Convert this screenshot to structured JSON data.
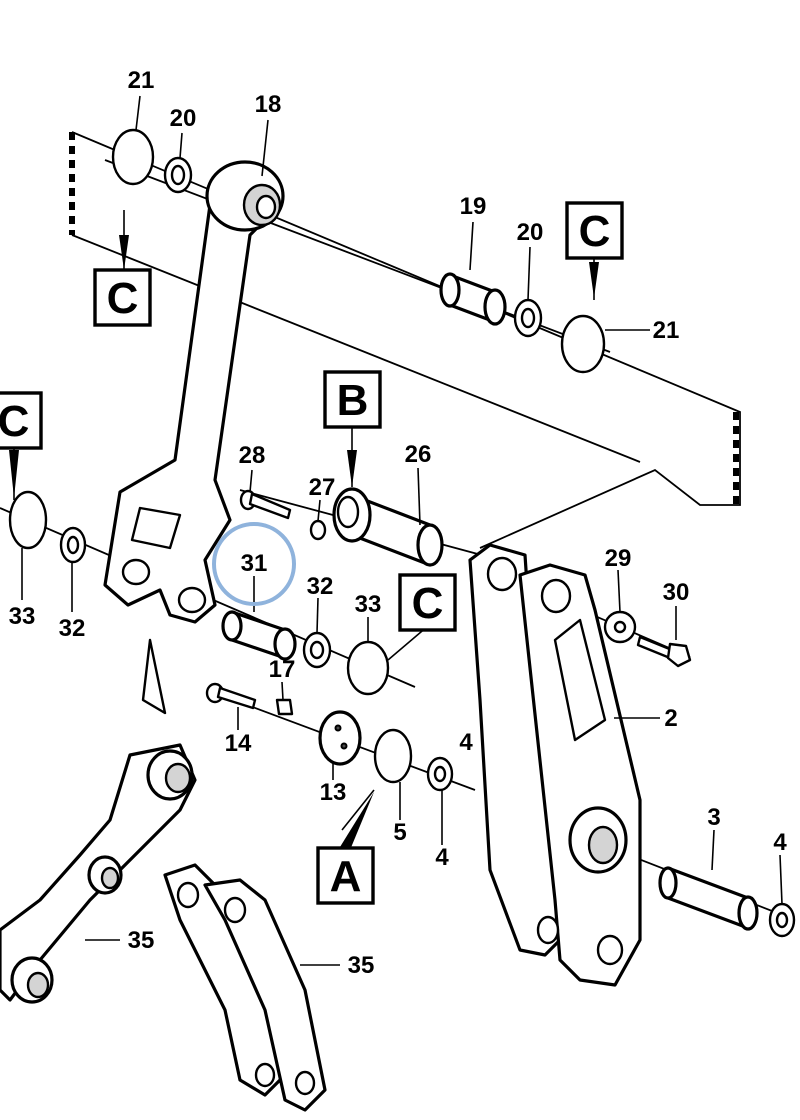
{
  "highlight": {
    "label": "31",
    "color": "#8fb3dc"
  },
  "callouts": [
    {
      "id": "c21a",
      "text": "21"
    },
    {
      "id": "c20a",
      "text": "20"
    },
    {
      "id": "c18",
      "text": "18"
    },
    {
      "id": "c19",
      "text": "19"
    },
    {
      "id": "c20b",
      "text": "20"
    },
    {
      "id": "c21b",
      "text": "21"
    },
    {
      "id": "c28",
      "text": "28"
    },
    {
      "id": "c27",
      "text": "27"
    },
    {
      "id": "c26",
      "text": "26"
    },
    {
      "id": "c31",
      "text": "31"
    },
    {
      "id": "c32a",
      "text": "32"
    },
    {
      "id": "c33a",
      "text": "33"
    },
    {
      "id": "c33b",
      "text": "33"
    },
    {
      "id": "c32b",
      "text": "32"
    },
    {
      "id": "c29",
      "text": "29"
    },
    {
      "id": "c30",
      "text": "30"
    },
    {
      "id": "c17",
      "text": "17"
    },
    {
      "id": "c14",
      "text": "14"
    },
    {
      "id": "c13",
      "text": "13"
    },
    {
      "id": "c5",
      "text": "5"
    },
    {
      "id": "c4a",
      "text": "4"
    },
    {
      "id": "c4b",
      "text": "4"
    },
    {
      "id": "c2",
      "text": "2"
    },
    {
      "id": "c3",
      "text": "3"
    },
    {
      "id": "c4c",
      "text": "4"
    },
    {
      "id": "c35a",
      "text": "35"
    },
    {
      "id": "c35b",
      "text": "35"
    }
  ],
  "reference_boxes": [
    {
      "id": "rC1",
      "text": "C"
    },
    {
      "id": "rC2",
      "text": "C"
    },
    {
      "id": "rC3",
      "text": "C"
    },
    {
      "id": "rC4",
      "text": "C"
    },
    {
      "id": "rB",
      "text": "B"
    },
    {
      "id": "rA",
      "text": "A"
    }
  ]
}
